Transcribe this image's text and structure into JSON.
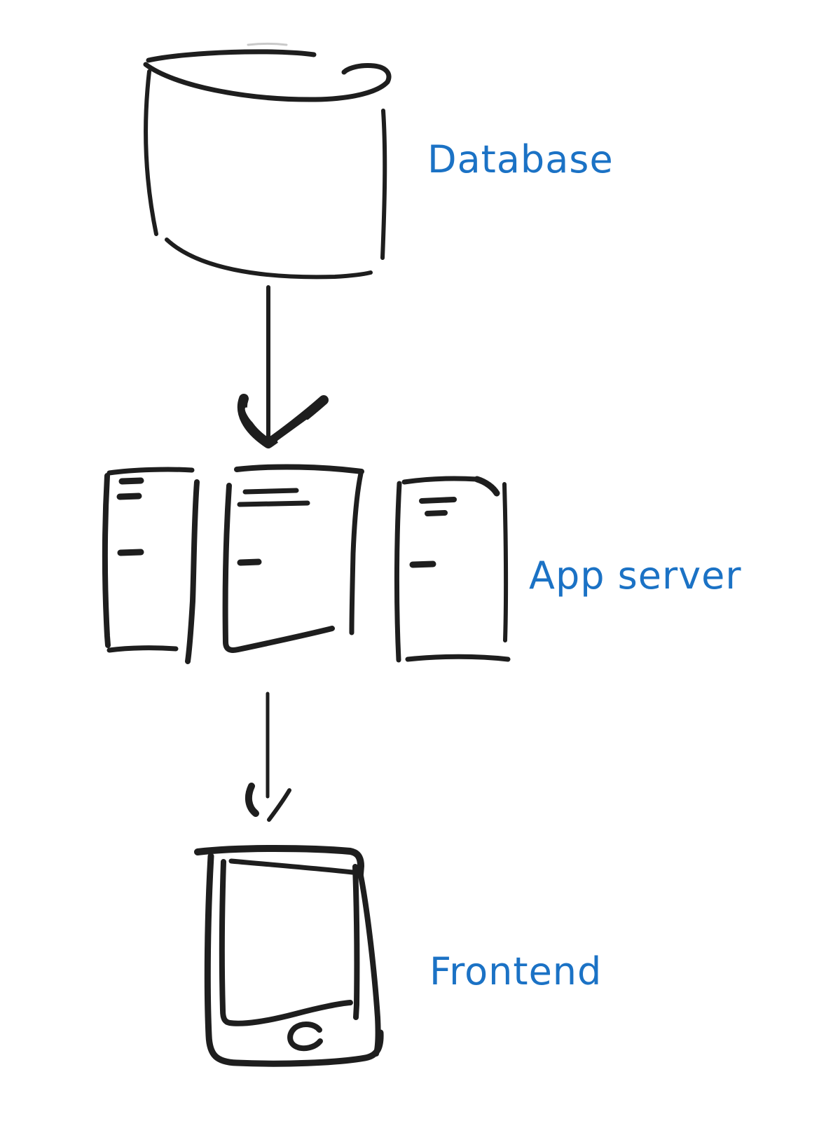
{
  "colors": {
    "background": "#ffffff",
    "ink": "#1e1e1e",
    "label": "#1b72c5",
    "faint": "#c9c9c9"
  },
  "diagram": {
    "type": "hand-drawn architecture sketch",
    "nodes": [
      {
        "id": "database",
        "label": "Database",
        "icon": "database-cylinder-icon"
      },
      {
        "id": "app_server",
        "label": "App server",
        "icon": "server-rack-icon",
        "server_count": 3
      },
      {
        "id": "frontend",
        "label": "Frontend",
        "icon": "smartphone-icon"
      }
    ],
    "connections": [
      {
        "from": "database",
        "to": "app_server",
        "style": "down-arrow"
      },
      {
        "from": "app_server",
        "to": "frontend",
        "style": "down-arrow"
      }
    ]
  }
}
